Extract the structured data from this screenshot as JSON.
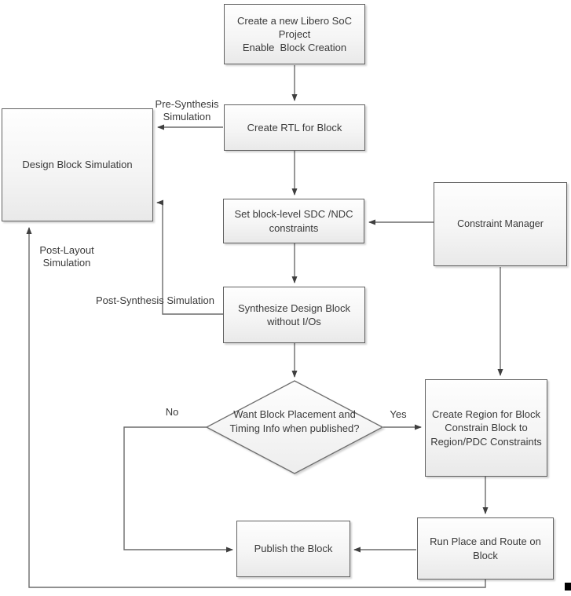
{
  "nodes": {
    "create_project": {
      "label": "Create a new Libero SoC\nProject\nEnable  Block Creation"
    },
    "create_rtl": {
      "label": "Create RTL for Block"
    },
    "design_block_simulation": {
      "label": "Design Block Simulation"
    },
    "set_constraints": {
      "label": "Set block-level SDC /NDC\nconstraints"
    },
    "constraint_manager": {
      "label": "Constraint Manager"
    },
    "synthesize": {
      "label": "Synthesize Design Block\nwithout I/Os"
    },
    "decision": {
      "label": "Want Block Placement and\nTiming Info when published?"
    },
    "create_region": {
      "label": "Create Region for Block\nConstrain Block to\nRegion/PDC Constraints"
    },
    "run_place_route": {
      "label": "Run Place and Route on\nBlock"
    },
    "publish": {
      "label": "Publish the Block"
    }
  },
  "edge_labels": {
    "pre_synthesis": "Pre-Synthesis\nSimulation",
    "post_synthesis": "Post-Synthesis Simulation",
    "post_layout": "Post-Layout\nSimulation",
    "no": "No",
    "yes": "Yes"
  },
  "colors": {
    "node_border": "#616161",
    "node_fill_top": "#fefefe",
    "node_fill_bottom": "#e9e9e9",
    "connector": "#6b6b6b",
    "arrowhead": "#3f3f3f",
    "text": "#3a3a3a",
    "background": "#ffffff"
  }
}
